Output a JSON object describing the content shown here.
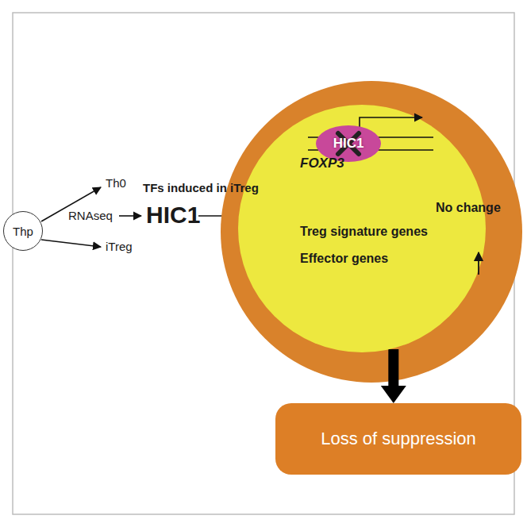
{
  "diagram": {
    "nodes": [
      {
        "text": [
          "Thp"
        ]
      },
      {
        "text": [
          "FOXP3",
          "No change",
          "Treg signature genes",
          "Effector genes"
        ]
      },
      {
        "text": [
          "HIC1"
        ],
        "in": 1
      },
      {
        "text": [
          "Loss of suppression"
        ]
      }
    ],
    "edges": [
      {
        "from": 1,
        "to": 3,
        "arrow": "to"
      }
    ],
    "labels": [
      "Th0",
      "RNAseq",
      "iTreg",
      "TFs induced in iTreg",
      "HIC1"
    ]
  }
}
